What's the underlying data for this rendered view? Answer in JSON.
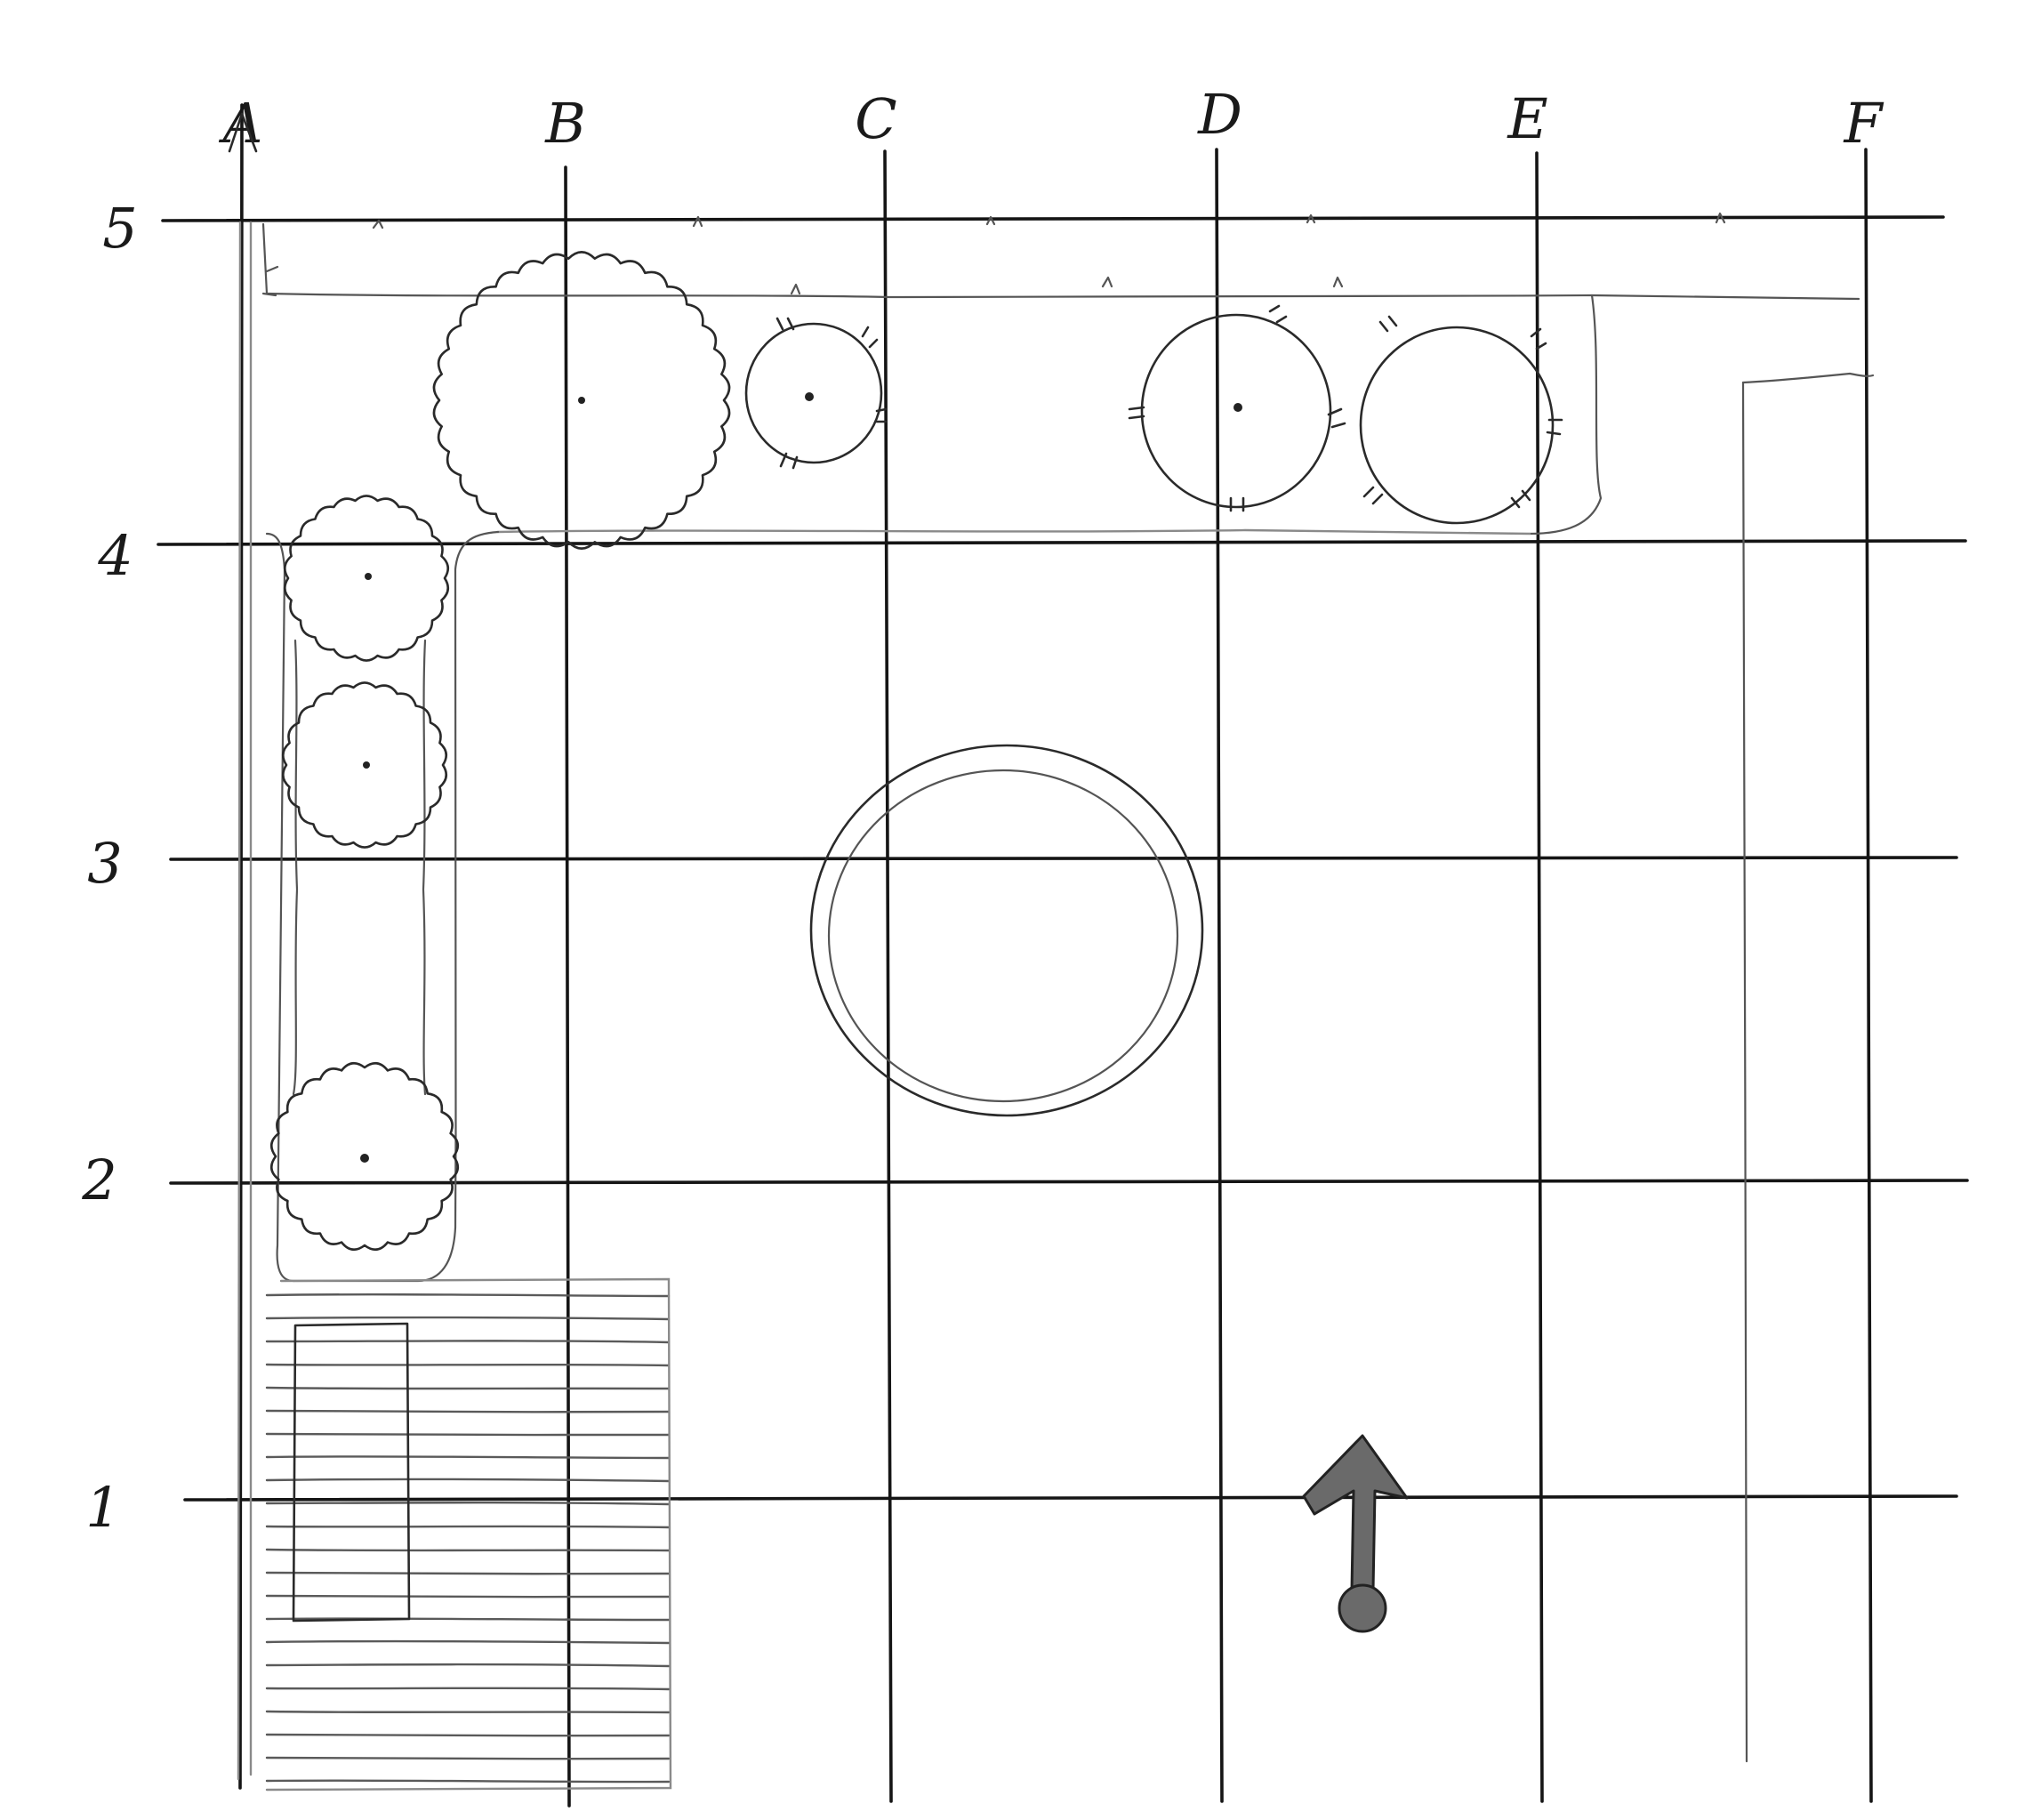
{
  "grid": {
    "columns": [
      "A",
      "B",
      "C",
      "D",
      "E",
      "F"
    ],
    "rows": [
      "5",
      "4",
      "3",
      "2",
      "1"
    ]
  },
  "features": {
    "hedge_border": "boundary-hedge",
    "large_tree": "tree-canopy",
    "small_shrubs": [
      "shrub-round",
      "shrub-round",
      "shrub-round"
    ],
    "column_trees": [
      "tree-canopy",
      "tree-canopy",
      "tree-canopy"
    ],
    "pond": "circular-pond",
    "deck": "decking-hatched",
    "north_arrow": "north-arrow-icon"
  },
  "colors": {
    "ink": "#151515",
    "pencil": "#2a2a2a",
    "hatch": "#5a5a5a",
    "arrow_fill": "#6a6a6a",
    "paper": "#ffffff"
  }
}
